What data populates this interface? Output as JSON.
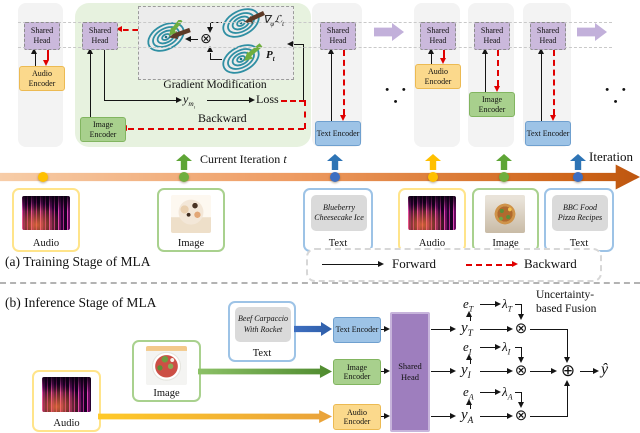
{
  "captions": {
    "a": "(a) Training Stage of MLA",
    "b": "(b) Inference Stage of MLA"
  },
  "legend": {
    "forward": "Forward",
    "backward": "Backward"
  },
  "labels": {
    "shared_head": "Shared Head",
    "audio_encoder": "Audio Encoder",
    "image_encoder": "Image Encoder",
    "text_encoder": "Text Encoder",
    "gradient_modification": "Gradient Modification",
    "loss": "Loss",
    "backward": "Backward",
    "dots": "• • •",
    "otimes": "⊗",
    "oplus": "⊕"
  },
  "math": {
    "nabla": "∇",
    "nabla_sub": "φ",
    "loss_script": "ℒ",
    "loss_sub": "t",
    "p_base": "P",
    "p_sub": "t",
    "y_base": "y",
    "y_sub": "m",
    "y_subsub": "t"
  },
  "timeline": {
    "current_label": "Current Iteration ",
    "current_var": "t",
    "axis": "Iteration"
  },
  "samples": {
    "audio_label": "Audio",
    "image_label": "Image",
    "text_label": "Text",
    "text1": "Blueberry Cheesecake Ice",
    "text2": "BBC Food Pizza Recipes",
    "text3": "Beef Carpaccio With Rocket"
  },
  "fusion": {
    "title_line1": "Uncertainty-",
    "title_line2": "based Fusion",
    "rows": [
      {
        "e": "e",
        "e_sub": "T",
        "lam": "λ",
        "lam_sub": "T",
        "y": "y",
        "y_sub": "T"
      },
      {
        "e": "e",
        "e_sub": "I",
        "lam": "λ",
        "lam_sub": "I",
        "y": "y",
        "y_sub": "I"
      },
      {
        "e": "e",
        "e_sub": "A",
        "lam": "λ",
        "lam_sub": "A",
        "y": "y",
        "y_sub": "A"
      }
    ],
    "output": "ŷ"
  },
  "colors": {
    "audio": "#fbd98c",
    "image": "#a8d08d",
    "text": "#9dc3e6",
    "shared_head": "#cbb9dc",
    "shared_head_tall": "#9e7ebe",
    "current_box": "#e7f2df",
    "timeline_start": "#f7cda8",
    "timeline_end": "#bd5610",
    "forward": "#151515",
    "backward": "#e00000",
    "dot_yellow": "#ffc000",
    "dot_green": "#6fae3e",
    "dot_blue": "#3e6fc1"
  }
}
